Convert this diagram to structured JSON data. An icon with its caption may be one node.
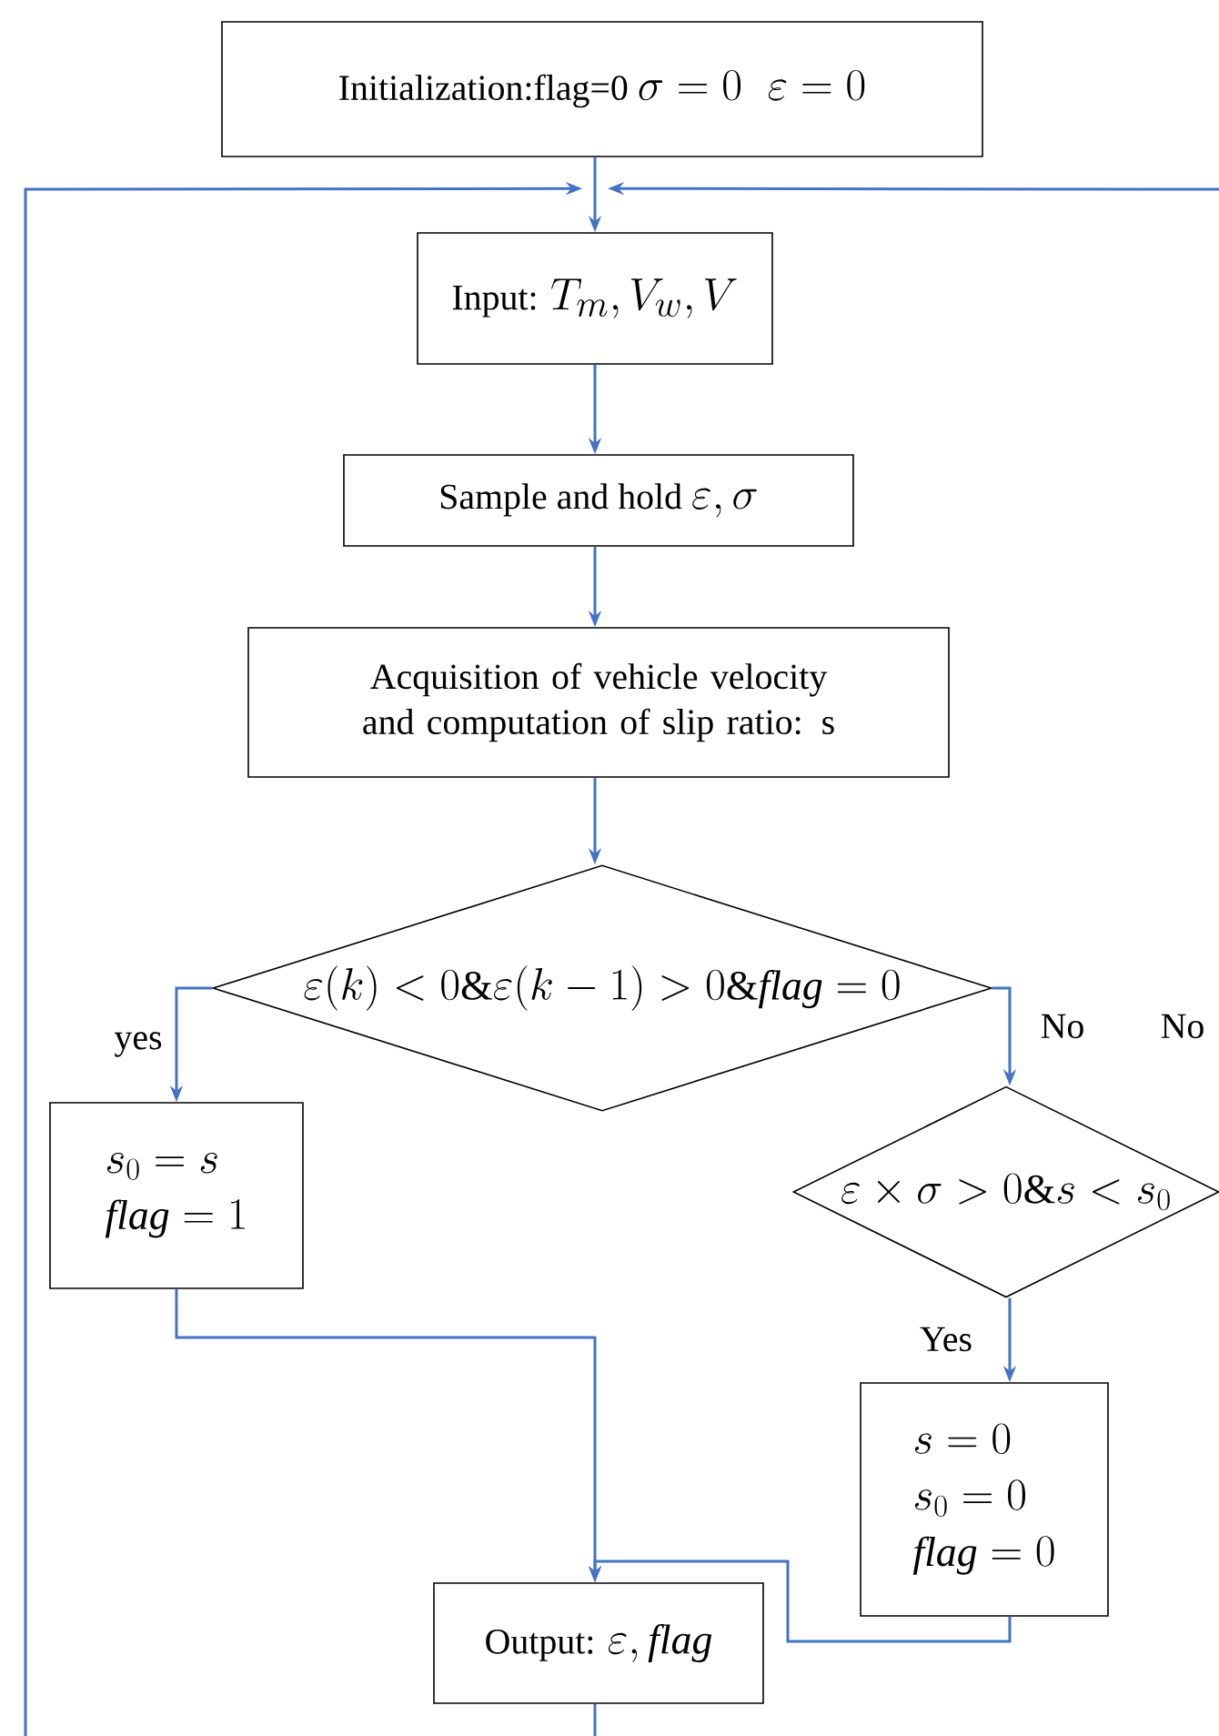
{
  "diagram": {
    "nodes": [
      {
        "text": [
          "Initialization:flag=0",
          "\\sigma=0 \\;\\; \\varepsilon=0"
        ]
      },
      {
        "text": [
          "Input:",
          "T_m,V_w,V"
        ]
      },
      {
        "text": [
          "Sample and hold",
          "\\varepsilon,\\sigma"
        ]
      },
      {
        "text": [
          "Acquisition of vehicle velocity and computation of slip ratio: s"
        ]
      },
      {
        "text": [
          "\\varepsilon(k)<0\\&\\varepsilon(k-1)>0\\&\\mathit{flag}=0"
        ]
      },
      {
        "text": [
          "s_0=s",
          "\\mathit{flag}=1"
        ]
      },
      {
        "text": [
          "\\varepsilon\\times\\sigma>0\\&s<s_0"
        ]
      },
      {
        "text": [
          "s=0",
          "s_0=0",
          "\\mathit{flag}=0"
        ]
      },
      {
        "text": [
          "Output:",
          "\\varepsilon,\\mathit{flag}"
        ]
      }
    ],
    "edges": [
      {
        "from": 0,
        "to": 1,
        "arrow": "to"
      },
      {
        "from": 1,
        "to": 2,
        "arrow": "to"
      },
      {
        "from": 2,
        "to": 3,
        "arrow": "to"
      },
      {
        "from": 3,
        "to": 4,
        "arrow": "to"
      },
      {
        "from": 4,
        "to": 5,
        "arrow": "to",
        "label": "yes"
      },
      {
        "from": 4,
        "to": 6,
        "arrow": "to",
        "label": "No"
      },
      {
        "from": 6,
        "to": 7,
        "arrow": "to",
        "label": "Yes"
      },
      {
        "from": 5,
        "to": 8,
        "arrow": "to"
      },
      {
        "from": 7,
        "to": 8,
        "arrow": "to"
      },
      {
        "from": 8,
        "to": null,
        "arrow": "none"
      },
      {
        "from": null,
        "to": 1,
        "arrow": "to"
      },
      {
        "from": null,
        "to": 1,
        "arrow": "to"
      }
    ],
    "labels": [
      "No"
    ]
  }
}
